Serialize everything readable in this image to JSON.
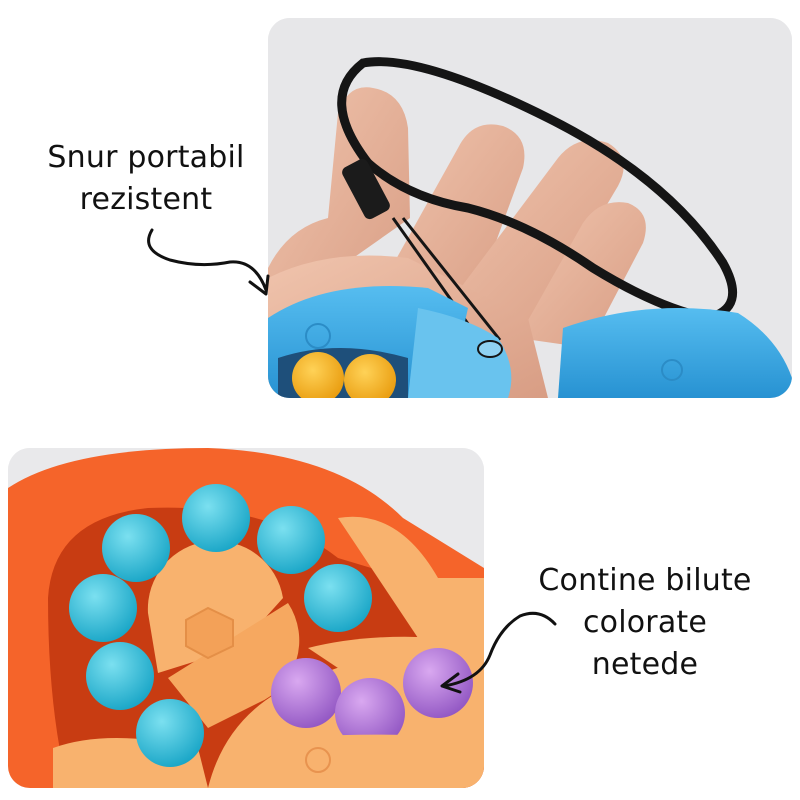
{
  "captions": {
    "top": {
      "line1": "Snur portabil",
      "line2": "rezistent"
    },
    "bottom": {
      "line1": "Contine bilute",
      "line2": "colorate",
      "line3": "netede"
    }
  },
  "photos": {
    "top": {
      "subject": "hand holding blue spinner toy with black wrist strap",
      "colors": {
        "background": "#e7e7e9",
        "toy": "#3aa7e0",
        "strap": "#151515",
        "beads": "#f3b21a",
        "skin": "#e8b59c"
      }
    },
    "bottom": {
      "subject": "orange spinner toy with cyan and purple beads",
      "colors": {
        "background": "#e9e9eb",
        "shell": "#f5642a",
        "inner": "#f8b26e",
        "beads_cyan": "#31bcd8",
        "beads_purple": "#b17ad6"
      }
    }
  },
  "icons": {
    "top_arrow": "curved-arrow-right-down",
    "bottom_arrow": "curved-arrow-left"
  }
}
